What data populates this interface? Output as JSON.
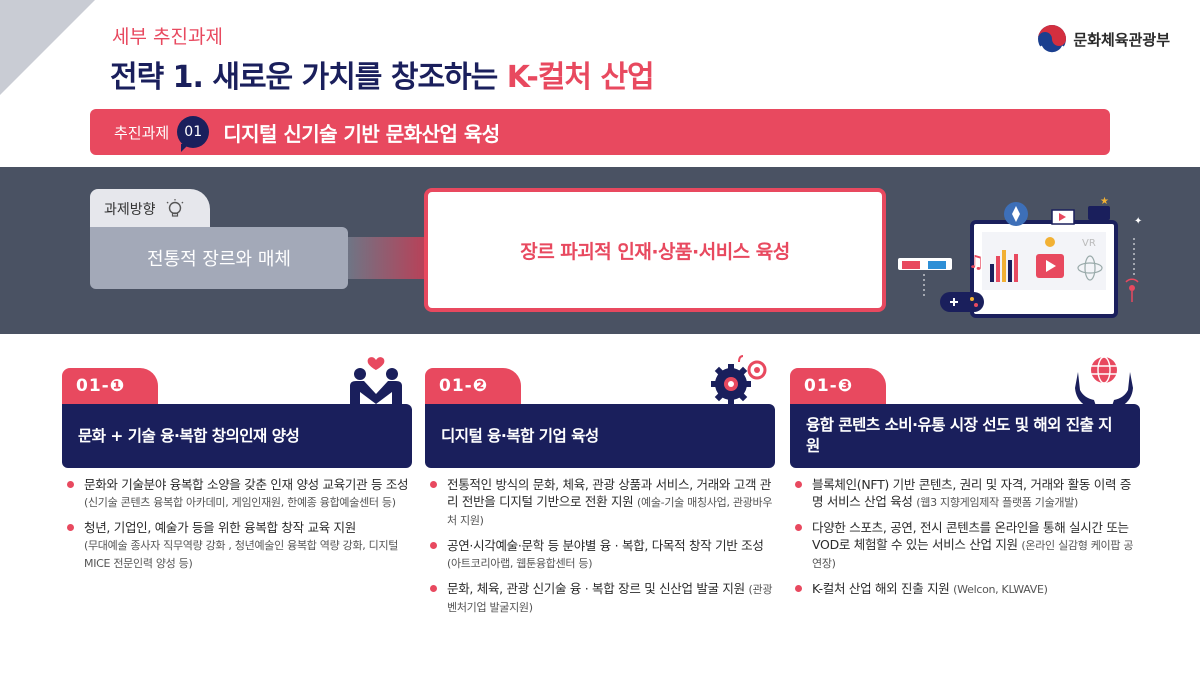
{
  "header": {
    "subtitle": "세부 추진과제",
    "title_main": "전략 1. 새로운 가치를 창조하는 ",
    "title_accent": "K-컬처 산업"
  },
  "logo": {
    "text": "문화체육관광부"
  },
  "task": {
    "label": "추진과제",
    "number": "01",
    "title": "디지털 신기술 기반 문화산업 육성"
  },
  "direction": {
    "tab_label": "과제방향",
    "from": "전통적 장르와 매체",
    "to": "장르 파괴적 인재·상품·서비스 육성",
    "illustration_label": "VR"
  },
  "columns": [
    {
      "number": "01-❶",
      "heading": "문화 + 기술 융·복합 창의인재 양성",
      "icon": "people-heart-icon",
      "items": [
        {
          "text": "문화와 기술분야 융복합 소양을 갖춘 인재 양성 교육기관 등 조성 ",
          "sub": "(신기술 콘텐츠 융복합 아카데미, 게임인재원, 한예종 융합예술센터 등)"
        },
        {
          "text": "청년, 기업인, 예술가 등을 위한 융복합 창작 교육 지원 ",
          "sub": "(무대예술 종사자 직무역량 강화 , 청년예술인 융복합 역량 강화, 디지털 MICE 전문인력 양성 등)"
        }
      ]
    },
    {
      "number": "01-❷",
      "heading": "디지털 융·복합 기업 육성",
      "icon": "gears-icon",
      "items": [
        {
          "text": "전통적인 방식의 문화, 체육, 관광 상품과 서비스, 거래와 고객 관리 전반을 디지털 기반으로 전환 지원 ",
          "sub": "(예술-기술 매칭사업, 관광바우처 지원)"
        },
        {
          "text": "공연·시각예술·문학 등 분야별 융 · 복합, 다목적 창작 기반 조성 ",
          "sub": "(아트코리아랩, 웹툰융합센터 등)"
        },
        {
          "text": "문화, 체육, 관광 신기술 융 · 복합 장르 및 신산업 발굴 지원 ",
          "sub": "(관광벤처기업 발굴지원)"
        }
      ]
    },
    {
      "number": "01-❸",
      "heading": "융합 콘텐츠 소비·유통 시장 선도 및 해외 진출 지원",
      "icon": "hands-globe-icon",
      "items": [
        {
          "text": "블록체인(NFT) 기반 콘텐츠, 권리 및 자격, 거래와 활동 이력 증명 서비스 산업 육성 ",
          "sub": "(웹3 지향게임제작 플랫폼 기술개발)"
        },
        {
          "text": "다양한 스포츠, 공연, 전시 콘텐츠를 온라인을 통해 실시간 또는 VOD로 체험할 수 있는 서비스 산업 지원 ",
          "sub": "(온라인 실감형 케이팝 공연장)"
        },
        {
          "text": "K-컬처 산업 해외 진출 지원 ",
          "sub": "(Welcon, KLWAVE)"
        }
      ]
    }
  ],
  "colors": {
    "accent": "#e8495f",
    "navy": "#1a1f5c",
    "band": "#4a5263"
  }
}
